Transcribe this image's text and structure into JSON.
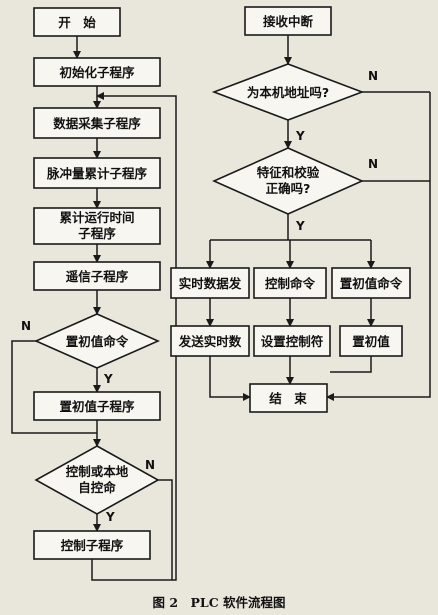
{
  "left_flow": {
    "start": "开　始",
    "init": "初始化子程序",
    "data_collect": "数据采集子程序",
    "pulse_count": "脉冲量累计子程序",
    "runtime_line1": "累计运行时间",
    "runtime_line2": "子程序",
    "telecom": "遥信子程序",
    "set_init_cmd": "置初值命令",
    "set_init_sub": "置初值子程序",
    "control_line1": "控制或本地",
    "control_line2": "自控命",
    "control_sub": "控制子程序"
  },
  "right_flow": {
    "interrupt": "接收中断",
    "is_local_addr": "为本机地址吗?",
    "check_line1": "特征和校验",
    "check_line2": "正确吗?",
    "realtime_send": "实时数据发",
    "control_cmd": "控制命令",
    "set_init_cmd": "置初值命令",
    "send_realtime": "发送实时数",
    "set_control_char": "设置控制符",
    "set_init_value": "置初值",
    "end": "结　束"
  },
  "markers": {
    "yes": "Y",
    "no": "N"
  },
  "caption": "图 2　PLC 软件流程图"
}
